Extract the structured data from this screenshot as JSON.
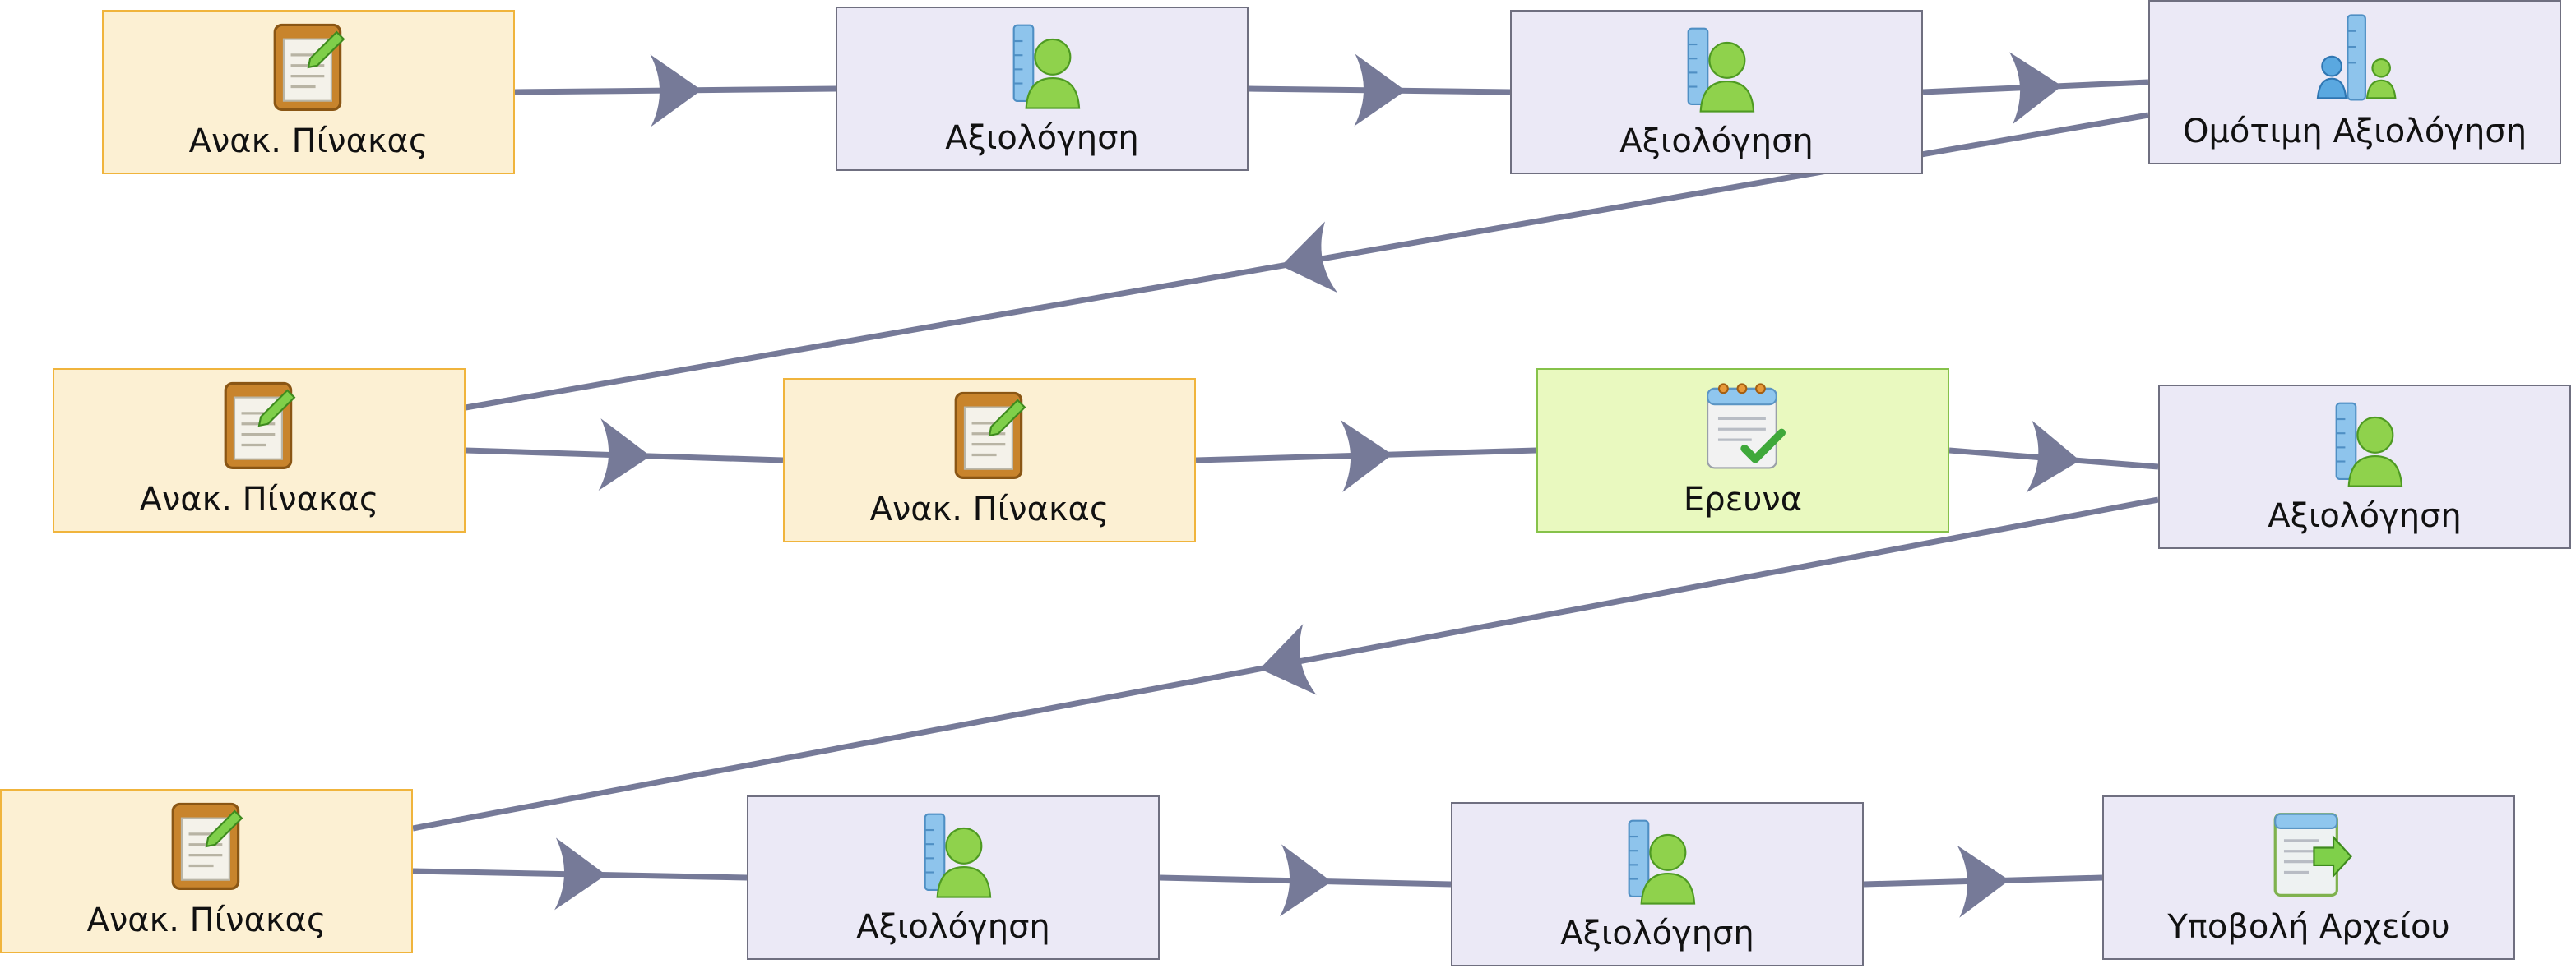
{
  "colors": {
    "edge": "#767a98",
    "board_fill": "#fcf0d3",
    "board_border": "#f0b43c",
    "assess_fill": "#ebe9f6",
    "assess_border": "#6f6f80",
    "research_fill": "#e9f9bf",
    "research_border": "#86c24a"
  },
  "nodes": [
    {
      "id": "n1",
      "kind": "board",
      "icon": "clipboard-edit-icon",
      "label": "Ανακ. Πίνακας"
    },
    {
      "id": "n2",
      "kind": "assess",
      "icon": "user-ruler-icon",
      "label": "Αξιολόγηση"
    },
    {
      "id": "n3",
      "kind": "assess",
      "icon": "user-ruler-icon",
      "label": "Αξιολόγηση"
    },
    {
      "id": "n4",
      "kind": "assess",
      "icon": "group-ruler-icon",
      "label": "Ομότιμη Αξιολόγηση"
    },
    {
      "id": "n5",
      "kind": "board",
      "icon": "clipboard-edit-icon",
      "label": "Ανακ. Πίνακας"
    },
    {
      "id": "n6",
      "kind": "board",
      "icon": "clipboard-edit-icon",
      "label": "Ανακ. Πίνακας"
    },
    {
      "id": "n7",
      "kind": "research",
      "icon": "notepad-check-icon",
      "label": "Ερευνα"
    },
    {
      "id": "n8",
      "kind": "assess",
      "icon": "user-ruler-icon",
      "label": "Αξιολόγηση"
    },
    {
      "id": "n9",
      "kind": "board",
      "icon": "clipboard-edit-icon",
      "label": "Ανακ. Πίνακας"
    },
    {
      "id": "n10",
      "kind": "assess",
      "icon": "user-ruler-icon",
      "label": "Αξιολόγηση"
    },
    {
      "id": "n11",
      "kind": "assess",
      "icon": "user-ruler-icon",
      "label": "Αξιολόγηση"
    },
    {
      "id": "n12",
      "kind": "assess",
      "icon": "document-arrow-icon",
      "label": "Υποβολή Αρχείου"
    }
  ],
  "edges": [
    {
      "from": "n1",
      "to": "n2"
    },
    {
      "from": "n2",
      "to": "n3"
    },
    {
      "from": "n3",
      "to": "n4"
    },
    {
      "from": "n4",
      "to": "n5"
    },
    {
      "from": "n5",
      "to": "n6"
    },
    {
      "from": "n6",
      "to": "n7"
    },
    {
      "from": "n7",
      "to": "n8"
    },
    {
      "from": "n8",
      "to": "n9"
    },
    {
      "from": "n9",
      "to": "n10"
    },
    {
      "from": "n10",
      "to": "n11"
    },
    {
      "from": "n11",
      "to": "n12"
    }
  ]
}
